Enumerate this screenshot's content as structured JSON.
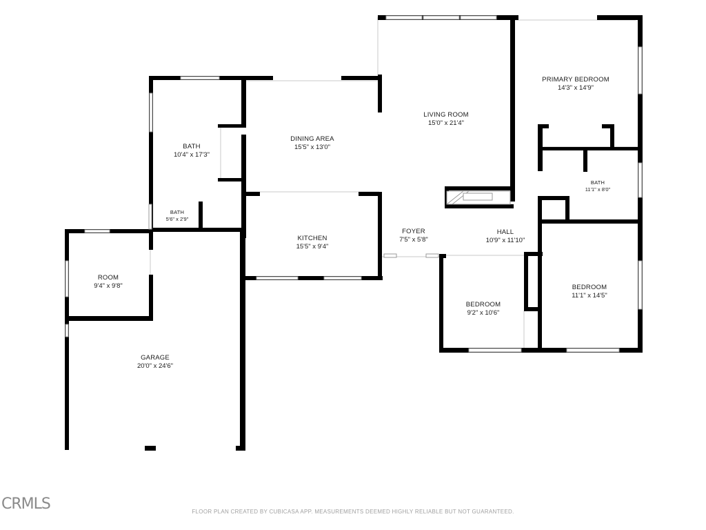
{
  "rooms": [
    {
      "name": "PRIMARY BEDROOM",
      "dims": "14'3\" x 14'9\""
    },
    {
      "name": "LIVING ROOM",
      "dims": "15'0\" x 21'4\""
    },
    {
      "name": "DINING AREA",
      "dims": "15'5\" x 13'0\""
    },
    {
      "name": "BATH",
      "dims": "10'4\" x 17'3\""
    },
    {
      "name": "BATH",
      "dims": "5'6\" x 2'9\""
    },
    {
      "name": "BATH",
      "dims": "11'1\" x 8'0\""
    },
    {
      "name": "KITCHEN",
      "dims": "15'5\" x 9'4\""
    },
    {
      "name": "FOYER",
      "dims": "7'5\" x 5'8\""
    },
    {
      "name": "HALL",
      "dims": "10'9\" x 11'10\""
    },
    {
      "name": "ROOM",
      "dims": "9'4\" x 9'8\""
    },
    {
      "name": "BEDROOM",
      "dims": "9'2\" x 10'6\""
    },
    {
      "name": "BEDROOM",
      "dims": "11'1\" x 14'5\""
    },
    {
      "name": "GARAGE",
      "dims": "20'0\" x 24'6\""
    }
  ],
  "footer": "FLOOR PLAN CREATED BY CUBICASA APP. MEASUREMENTS DEEMED HIGHLY RELIABLE BUT NOT GUARANTEED.",
  "logo": "CRMLS",
  "colors": {
    "wall": "#000000",
    "text": "#1a1a1a",
    "footer": "#a0a0a0"
  }
}
